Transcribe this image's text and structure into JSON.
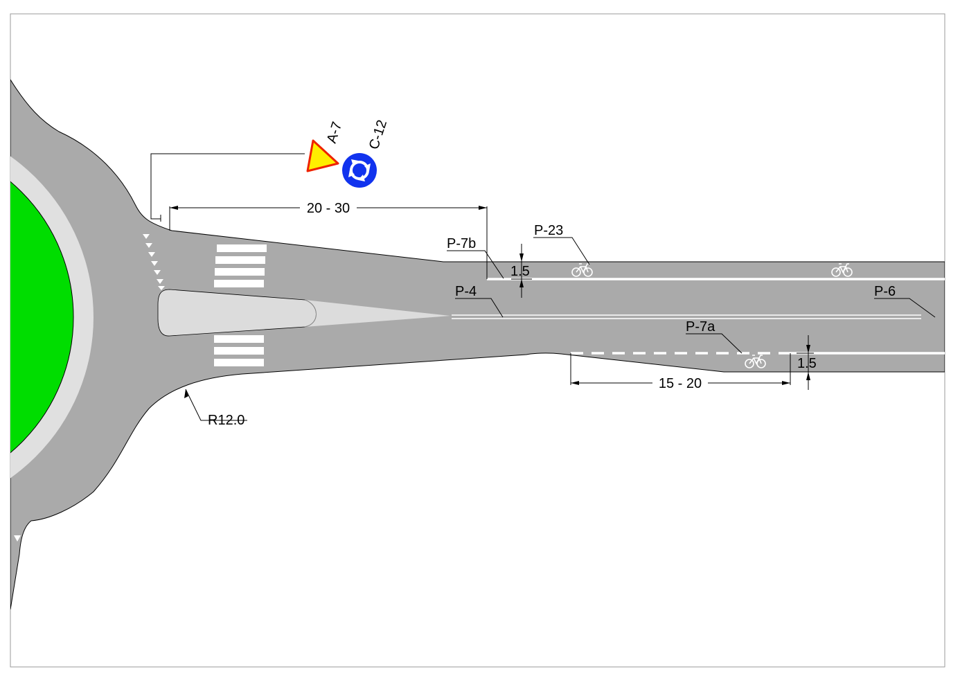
{
  "labels": {
    "a7": "A-7",
    "c12": "C-12",
    "dim_entry": "20 - 30",
    "p7b": "P-7b",
    "p23": "P-23",
    "dim_upper_lane": "1.5",
    "p4": "P-4",
    "p6": "P-6",
    "p7a": "P-7a",
    "dim_lower_lane": "1.5",
    "dim_exit": "15 - 20",
    "radius": "R12.0"
  },
  "colors": {
    "road": "#aaaaaa",
    "island_green": "#00dd00",
    "apron": "#e0e0e0",
    "splitter": "#dcdcdc",
    "marking": "#ffffff",
    "warning_sign_fill": "#ffee00",
    "warning_sign_border": "#ee2200",
    "mandatory_sign": "#1133ee"
  },
  "icons": {
    "warning_sign": "yield-triangle-icon",
    "roundabout_sign": "roundabout-arrows-icon",
    "bicycle": "bicycle-icon"
  }
}
